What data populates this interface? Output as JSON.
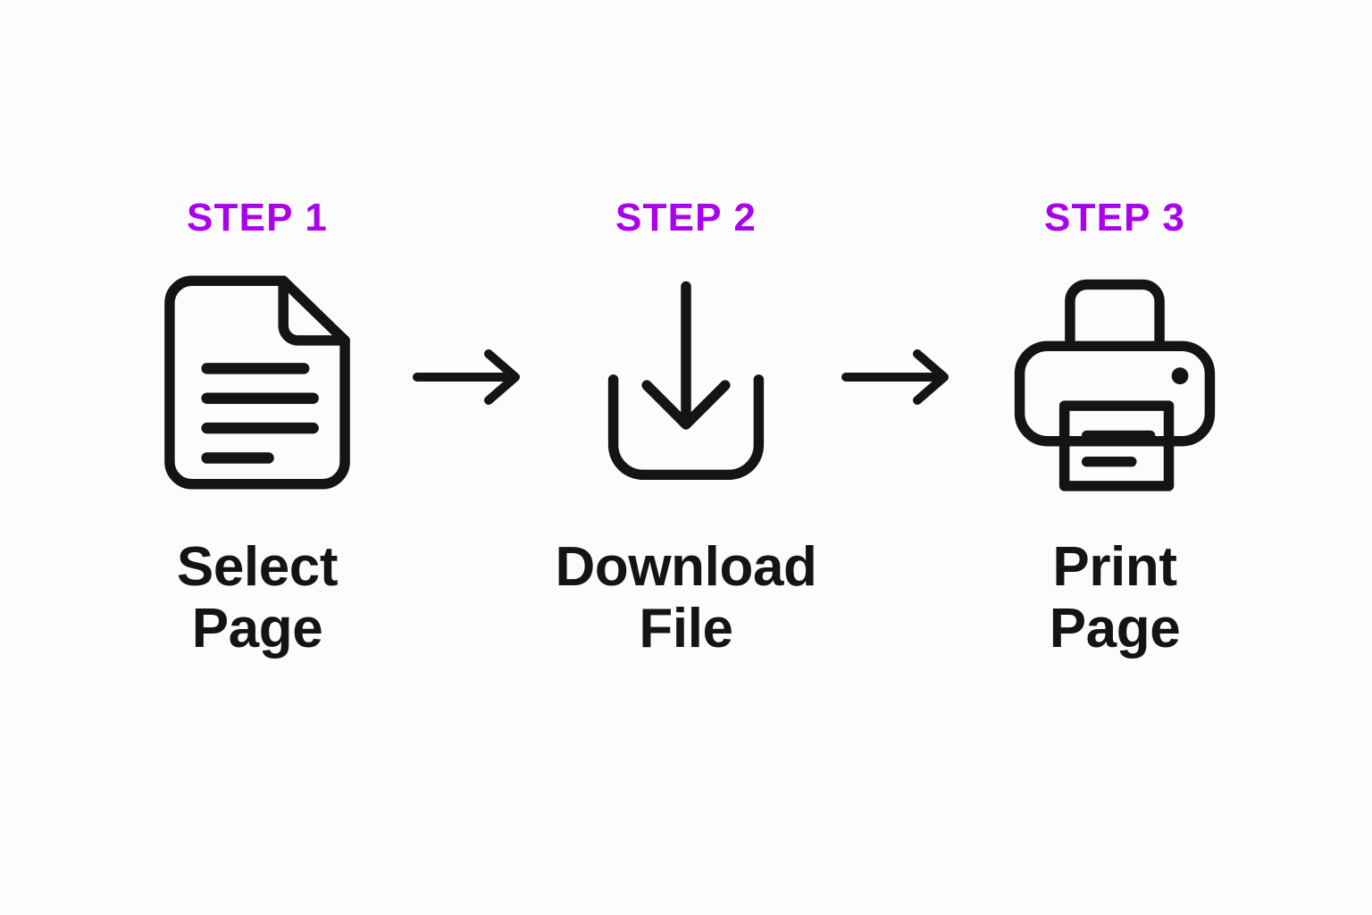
{
  "theme": {
    "background_color": "#fcfcfc",
    "accent_color": "#aa00ee",
    "ink_color": "#141414"
  },
  "diagram": {
    "type": "process-flow",
    "orientation": "horizontal",
    "step_count": 3,
    "connector_icon": "arrow-right-icon"
  },
  "steps": [
    {
      "eyebrow": "STEP 1",
      "icon": "document-icon",
      "label_line1": "Select",
      "label_line2": "Page",
      "label_full": "Select Page"
    },
    {
      "eyebrow": "STEP 2",
      "icon": "download-icon",
      "label_line1": "Download",
      "label_line2": "File",
      "label_full": "Download File"
    },
    {
      "eyebrow": "STEP 3",
      "icon": "printer-icon",
      "label_line1": "Print",
      "label_line2": "Page",
      "label_full": "Print Page"
    }
  ]
}
